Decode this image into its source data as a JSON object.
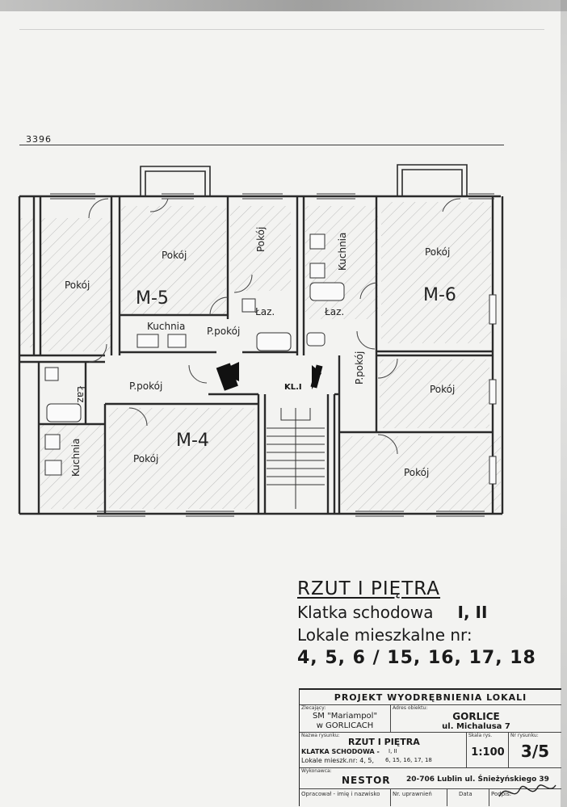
{
  "dimension": "3396",
  "rooms": {
    "pokoj": "Pokój",
    "kuchnia": "Kuchnia",
    "lazienka": "Łaz.",
    "przedpokoj": "P.pokój",
    "klatka": "KL.I"
  },
  "units": {
    "m4": "M-4",
    "m5": "M-5",
    "m6": "M-6"
  },
  "title": {
    "main": "RZUT I PIĘTRA",
    "line2": "Klatka schodowa",
    "line2_right": "I, II",
    "line3": "Lokale mieszkalne nr:",
    "numbers": "4, 5, 6 / 15, 16, 17, 18"
  },
  "stamp": {
    "project": "PROJEKT WYODRĘBNIENIA LOKALI",
    "client_label": "Zlecający:",
    "client_1": "SM \"Mariampol\"",
    "client_2": "w GORLICACH",
    "address_label": "Adres obiektu:",
    "address_1": "GORLICE",
    "address_2": "ul. Michalusa 7",
    "drawing_label": "Nazwa rysunku:",
    "drawing_1": "RZUT I PIĘTRA",
    "drawing_2": "KLATKA SCHODOWA -",
    "drawing_2r": "I, II",
    "drawing_3": "Lokale mieszk.nr: 4, 5,",
    "drawing_3r": "6, 15, 16, 17, 18",
    "scale_label": "Skala rys.",
    "scale": "1:100",
    "sheet_label": "Nr rysunku:",
    "sheet": "3/5",
    "contractor_label": "Wykonawca:",
    "contractor": "NESTOR",
    "contractor_addr": "20-706 Lublin ul. Śnieżyńskiego 39",
    "author_label": "Opracował - imię i nazwisko",
    "permit_label": "Nr. uprawnień",
    "date_label": "Data",
    "sign_label": "Podpis:"
  }
}
